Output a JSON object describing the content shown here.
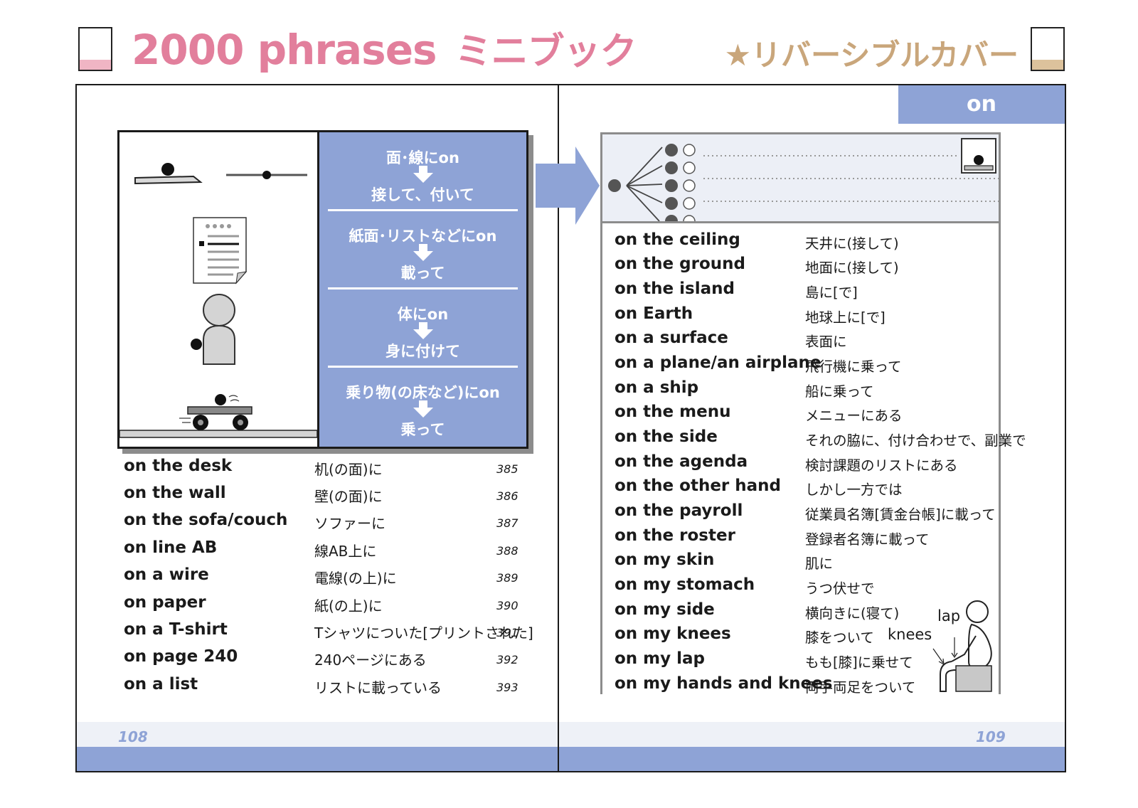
{
  "header": {
    "title_en": "2000 phrases",
    "title_ja": "ミニブック",
    "subtitle": "★リバーシブルカバー",
    "left_box_color": "#f0b5c4",
    "right_box_color": "#dcc29c"
  },
  "colors": {
    "accent_blue": "#8ea3d6",
    "title_pink": "#e27f9c",
    "subtitle_tan": "#c9a67b"
  },
  "right_page": {
    "tab_label": "on",
    "page_number": "109",
    "entries": [
      {
        "en": "on the ceiling",
        "ja": "天井に(接して)"
      },
      {
        "en": "on the ground",
        "ja": "地面に(接して)"
      },
      {
        "en": "on the island",
        "ja": "島に[で]"
      },
      {
        "en": "on Earth",
        "ja": "地球上に[で]"
      },
      {
        "en": "on a surface",
        "ja": "表面に"
      },
      {
        "en": "on a plane/an airplane",
        "ja": "飛行機に乗って"
      },
      {
        "en": "on a ship",
        "ja": "船に乗って"
      },
      {
        "en": "on the menu",
        "ja": "メニューにある"
      },
      {
        "en": "on the side",
        "ja": "それの脇に、付け合わせで、副業で"
      },
      {
        "en": "on the agenda",
        "ja": "検討課題のリストにある"
      },
      {
        "en": "on the other hand",
        "ja": "しかし一方では"
      },
      {
        "en": "on the payroll",
        "ja": "従業員名簿[賃金台帳]に載って"
      },
      {
        "en": "on the roster",
        "ja": "登録者名簿に載って"
      },
      {
        "en": "on my skin",
        "ja": "肌に"
      },
      {
        "en": "on my stomach",
        "ja": "うつ伏せで"
      },
      {
        "en": "on my side",
        "ja": "横向きに(寝て)"
      },
      {
        "en": "on my knees",
        "ja": "膝をついて"
      },
      {
        "en": "on my lap",
        "ja": "もも[膝]に乗せて"
      },
      {
        "en": "on my hands and knees",
        "ja": "両手両足をついて"
      }
    ],
    "illustration_labels": {
      "lap": "lap",
      "knees": "knees"
    }
  },
  "left_page": {
    "page_number": "108",
    "panel": [
      {
        "top": "面･線にon",
        "bottom": "接して、付いて"
      },
      {
        "top": "紙面･リストなどにon",
        "bottom": "載って"
      },
      {
        "top": "体にon",
        "bottom": "身に付けて"
      },
      {
        "top": "乗り物(の床など)にon",
        "bottom": "乗って"
      }
    ],
    "entries": [
      {
        "en": "on the desk",
        "ja": "机(の面)に",
        "num": "385"
      },
      {
        "en": "on the wall",
        "ja": "壁(の面)に",
        "num": "386"
      },
      {
        "en": "on the sofa/couch",
        "ja": "ソファーに",
        "num": "387"
      },
      {
        "en": "on line AB",
        "ja": "線AB上に",
        "num": "388"
      },
      {
        "en": "on a wire",
        "ja": "電線(の上)に",
        "num": "389"
      },
      {
        "en": "on paper",
        "ja": "紙(の上)に",
        "num": "390"
      },
      {
        "en": "on a T-shirt",
        "ja": "Tシャツについた[プリントされた]",
        "num": "391"
      },
      {
        "en": "on page 240",
        "ja": "240ページにある",
        "num": "392"
      },
      {
        "en": "on a list",
        "ja": "リストに載っている",
        "num": "393"
      }
    ]
  }
}
